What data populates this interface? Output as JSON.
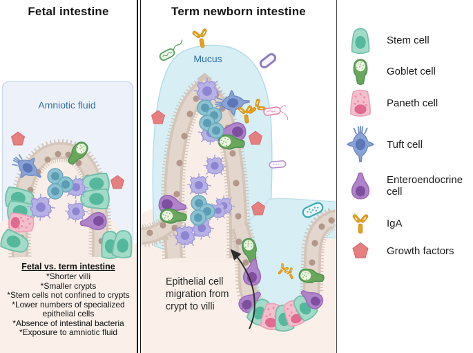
{
  "panels": {
    "fetal": {
      "title": "Fetal intestine",
      "fluid_label": "Amniotic fluid",
      "notes_title": "Fetal vs. term intestine",
      "notes": [
        "*Shorter villi",
        "*Smaller crypts",
        "*Stem cells not confined to crypts",
        "*Lower numbers of specialized epithelial cells",
        "*Absence of intestinal bacteria",
        "*Exposure to amniotic fluid"
      ]
    },
    "term": {
      "title": "Term newborn intestine",
      "mucus_label": "Mucus",
      "migration_lines": [
        "Epithelial cell",
        "migration from",
        "crypt to villi"
      ]
    }
  },
  "legend": {
    "items": [
      {
        "label": "Stem cell",
        "icon": "stem-cell-icon",
        "color": "#a3dbc9"
      },
      {
        "label": "Goblet cell",
        "icon": "goblet-cell-icon",
        "color": "#68a75c"
      },
      {
        "label": "Paneth cell",
        "icon": "paneth-cell-icon",
        "color": "#f4bfcd"
      },
      {
        "label": "Tuft cell",
        "icon": "tuft-cell-icon",
        "color": "#8aa3d6"
      },
      {
        "label": "Enteroendocrine cell",
        "icon": "enteroendocrine-cell-icon",
        "color": "#b084cb"
      },
      {
        "label": "IgA",
        "icon": "iga-antibody-icon",
        "color": "#e9a01a"
      },
      {
        "label": "Growth factors",
        "icon": "growth-factor-icon",
        "color": "#e57f80"
      }
    ]
  },
  "colors": {
    "mucus_fill": "#d7eef4",
    "amniotic_fill": "#edf2fa",
    "epithelium_band": "#d5c5b9",
    "epithelium_nucleus": "#b2978a",
    "cream_background": "#faf0e9",
    "label_blue": "#2f6ea8",
    "immune_cell": "#b7b2e6",
    "round_blue_cell": "#8cc2d1"
  }
}
